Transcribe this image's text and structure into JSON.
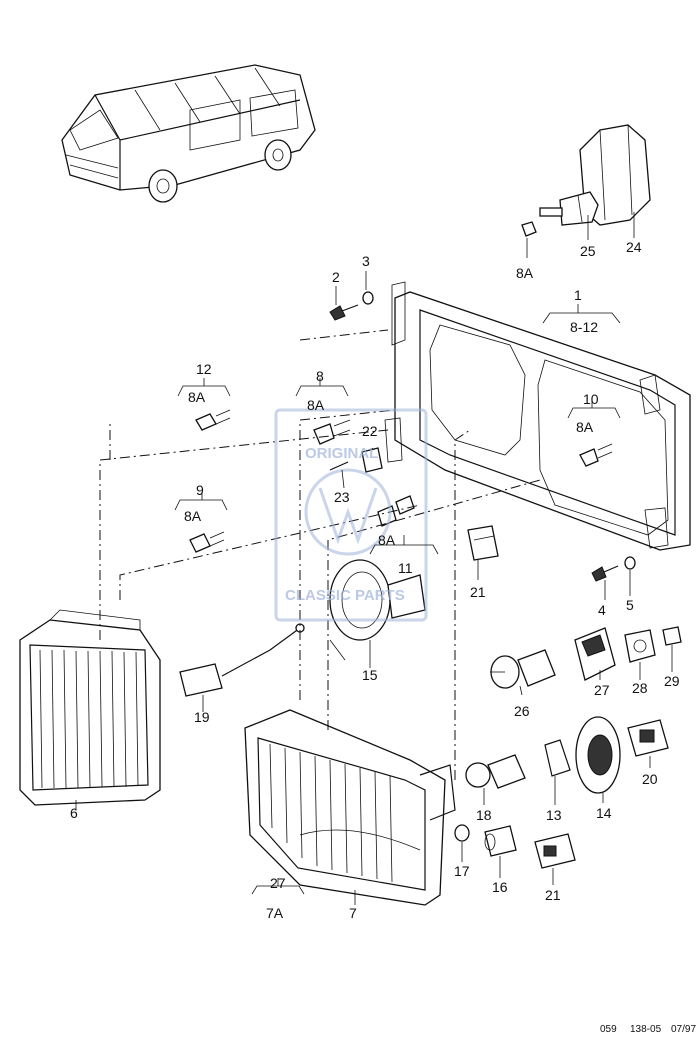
{
  "labels": {
    "p1": "1",
    "p1_range": "8-12",
    "p2": "2",
    "p3": "3",
    "p4": "4",
    "p5": "5",
    "p6": "6",
    "p7": "7",
    "p8": "8",
    "p8_sub": "8A",
    "p8A_top": "8A",
    "p8A_mid": "8A",
    "p9": "9",
    "p9_sub": "8A",
    "p10": "10",
    "p10_sub": "8A",
    "p11": "11",
    "p12": "12",
    "p12_sub": "8A",
    "p13": "13",
    "p14": "14",
    "p15": "15",
    "p16": "16",
    "p17": "17",
    "p18": "18",
    "p19": "19",
    "p20": "20",
    "p21a": "21",
    "p21b": "21",
    "p22": "22",
    "p23": "23",
    "p24": "24",
    "p25": "25",
    "p26": "26",
    "p27a": "27",
    "p27b": "27",
    "p27_sub": "7A",
    "p28": "28",
    "p29": "29"
  },
  "watermark": {
    "top_text": "ORIGINAL",
    "bottom_text": "CLASSIC PARTS"
  },
  "footer": {
    "code1": "059",
    "code2": "138-05",
    "date": "07/97"
  }
}
